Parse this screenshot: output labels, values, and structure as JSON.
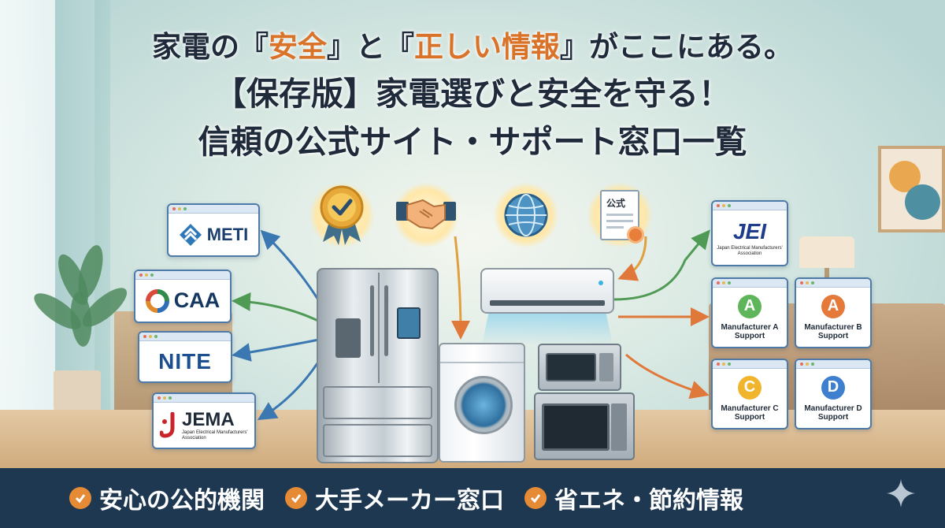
{
  "headline": {
    "line1_a": "家電の『",
    "line1_b": "安全",
    "line1_c": "』と『",
    "line1_d": "正しい情報",
    "line1_e": "』がここにある。",
    "line2": "【保存版】家電選びと安全を守る！",
    "line3": "信頼の公式サイト・サポート窓口一覧"
  },
  "top_icons": {
    "badge_icon": "award-ribbon-check-icon",
    "handshake_icon": "handshake-icon",
    "globe_icon": "globe-icon",
    "document_label": "公式"
  },
  "organizations": {
    "meti": "METI",
    "caa": "CAA",
    "nite": "NITE",
    "jema": "JEMA",
    "jema_sub": "Japan Electrical Manufacturers' Association",
    "jei": "JEI",
    "jei_sub": "Japan Electrical Manufacturers' Association"
  },
  "manufacturers": [
    {
      "letter": "A",
      "label": "Manufacturer A Support",
      "color": "#5fb55a"
    },
    {
      "letter": "A",
      "label": "Manufacturer B Support",
      "color": "#e5793a"
    },
    {
      "letter": "C",
      "label": "Manufacturer C Support",
      "color": "#f0b52c"
    },
    {
      "letter": "D",
      "label": "Manufacturer D Support",
      "color": "#3f7fd0"
    }
  ],
  "features": [
    {
      "label": "安心の公的機関"
    },
    {
      "label": "大手メーカー窓口"
    },
    {
      "label": "省エネ・節約情報"
    }
  ],
  "colors": {
    "accent": "#d9732a",
    "navy": "#1f3852",
    "card_border": "#4d7aa6"
  }
}
